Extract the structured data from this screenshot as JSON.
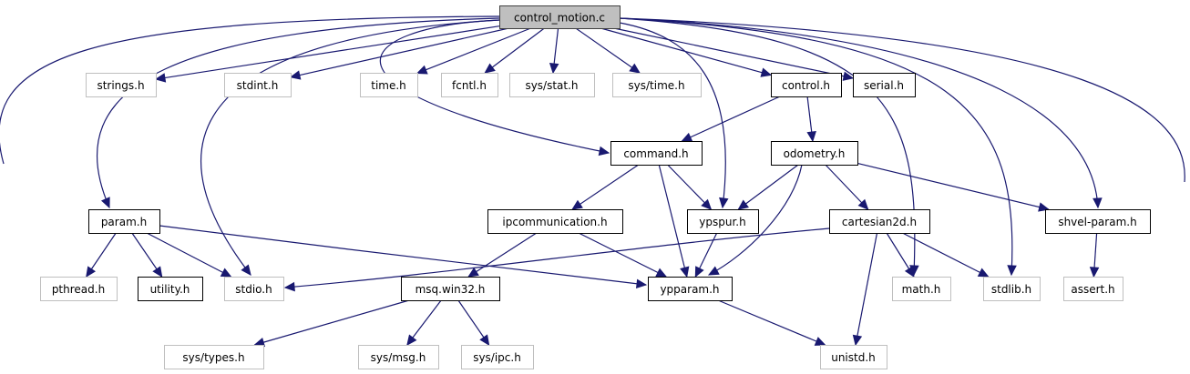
{
  "graph": {
    "title": "control_motion.c",
    "edge_color": "#191970",
    "nodes": [
      {
        "id": "control_motion_c",
        "label": "control_motion.c",
        "kind": "main"
      },
      {
        "id": "strings_h",
        "label": "strings.h",
        "kind": "ext"
      },
      {
        "id": "stdint_h",
        "label": "stdint.h",
        "kind": "ext"
      },
      {
        "id": "time_h",
        "label": "time.h",
        "kind": "ext"
      },
      {
        "id": "fcntl_h",
        "label": "fcntl.h",
        "kind": "ext"
      },
      {
        "id": "sys_stat_h",
        "label": "sys/stat.h",
        "kind": "ext"
      },
      {
        "id": "sys_time_h",
        "label": "sys/time.h",
        "kind": "ext"
      },
      {
        "id": "control_h",
        "label": "control.h",
        "kind": "doc"
      },
      {
        "id": "serial_h",
        "label": "serial.h",
        "kind": "doc"
      },
      {
        "id": "command_h",
        "label": "command.h",
        "kind": "doc"
      },
      {
        "id": "odometry_h",
        "label": "odometry.h",
        "kind": "doc"
      },
      {
        "id": "param_h",
        "label": "param.h",
        "kind": "doc"
      },
      {
        "id": "ipcommunication_h",
        "label": "ipcommunication.h",
        "kind": "doc"
      },
      {
        "id": "ypspur_h",
        "label": "ypspur.h",
        "kind": "doc"
      },
      {
        "id": "cartesian2d_h",
        "label": "cartesian2d.h",
        "kind": "doc"
      },
      {
        "id": "shvel_param_h",
        "label": "shvel-param.h",
        "kind": "doc"
      },
      {
        "id": "pthread_h",
        "label": "pthread.h",
        "kind": "ext"
      },
      {
        "id": "utility_h",
        "label": "utility.h",
        "kind": "doc"
      },
      {
        "id": "stdio_h",
        "label": "stdio.h",
        "kind": "ext"
      },
      {
        "id": "msq_win32_h",
        "label": "msq.win32.h",
        "kind": "doc"
      },
      {
        "id": "ypparam_h",
        "label": "ypparam.h",
        "kind": "doc"
      },
      {
        "id": "math_h",
        "label": "math.h",
        "kind": "ext"
      },
      {
        "id": "stdlib_h",
        "label": "stdlib.h",
        "kind": "ext"
      },
      {
        "id": "assert_h",
        "label": "assert.h",
        "kind": "ext"
      },
      {
        "id": "sys_types_h",
        "label": "sys/types.h",
        "kind": "ext"
      },
      {
        "id": "sys_msg_h",
        "label": "sys/msg.h",
        "kind": "ext"
      },
      {
        "id": "sys_ipc_h",
        "label": "sys/ipc.h",
        "kind": "ext"
      },
      {
        "id": "unistd_h",
        "label": "unistd.h",
        "kind": "ext"
      }
    ],
    "edges": [
      [
        "control_motion_c",
        "strings_h"
      ],
      [
        "control_motion_c",
        "stdint_h"
      ],
      [
        "control_motion_c",
        "time_h"
      ],
      [
        "control_motion_c",
        "fcntl_h"
      ],
      [
        "control_motion_c",
        "sys_stat_h"
      ],
      [
        "control_motion_c",
        "sys_time_h"
      ],
      [
        "control_motion_c",
        "control_h"
      ],
      [
        "control_motion_c",
        "serial_h"
      ],
      [
        "control_motion_c",
        "command_h"
      ],
      [
        "control_motion_c",
        "ypspur_h"
      ],
      [
        "control_motion_c",
        "param_h"
      ],
      [
        "control_motion_c",
        "stdio_h"
      ],
      [
        "control_motion_c",
        "sys_types_h"
      ],
      [
        "control_motion_c",
        "math_h"
      ],
      [
        "control_motion_c",
        "stdlib_h"
      ],
      [
        "control_motion_c",
        "shvel_param_h"
      ],
      [
        "control_motion_c",
        "unistd_h"
      ],
      [
        "control_h",
        "command_h"
      ],
      [
        "control_h",
        "odometry_h"
      ],
      [
        "command_h",
        "ipcommunication_h"
      ],
      [
        "command_h",
        "ypspur_h"
      ],
      [
        "command_h",
        "ypparam_h"
      ],
      [
        "odometry_h",
        "ypspur_h"
      ],
      [
        "odometry_h",
        "ypparam_h"
      ],
      [
        "odometry_h",
        "cartesian2d_h"
      ],
      [
        "odometry_h",
        "shvel_param_h"
      ],
      [
        "param_h",
        "pthread_h"
      ],
      [
        "param_h",
        "utility_h"
      ],
      [
        "param_h",
        "stdio_h"
      ],
      [
        "param_h",
        "ypparam_h"
      ],
      [
        "ipcommunication_h",
        "msq_win32_h"
      ],
      [
        "ipcommunication_h",
        "ypparam_h"
      ],
      [
        "ypspur_h",
        "ypparam_h"
      ],
      [
        "cartesian2d_h",
        "stdio_h"
      ],
      [
        "cartesian2d_h",
        "math_h"
      ],
      [
        "cartesian2d_h",
        "stdlib_h"
      ],
      [
        "cartesian2d_h",
        "unistd_h"
      ],
      [
        "shvel_param_h",
        "assert_h"
      ],
      [
        "msq_win32_h",
        "sys_types_h"
      ],
      [
        "msq_win32_h",
        "sys_msg_h"
      ],
      [
        "msq_win32_h",
        "sys_ipc_h"
      ],
      [
        "ypparam_h",
        "unistd_h"
      ]
    ]
  }
}
